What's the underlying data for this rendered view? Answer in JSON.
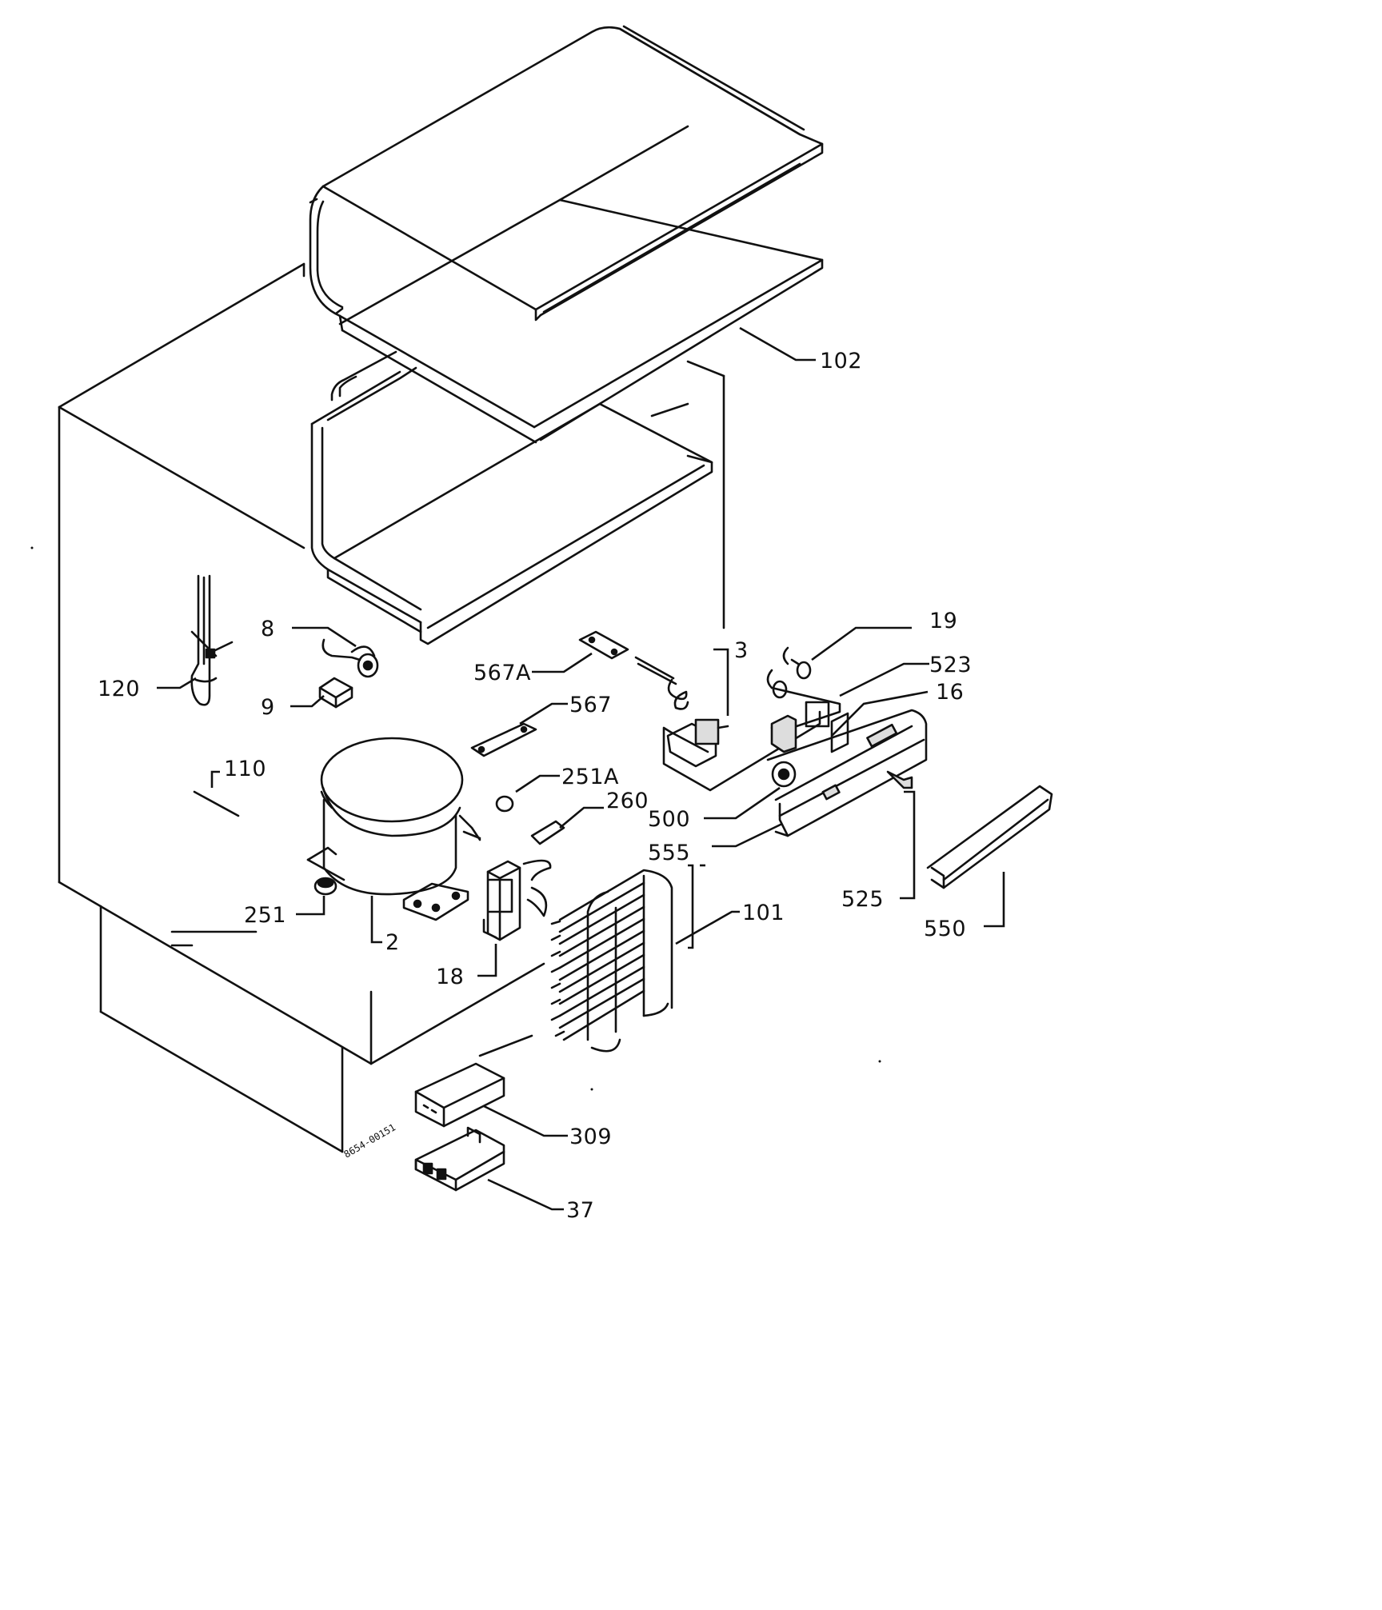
{
  "drawing": {
    "reference_code": "8654-00151"
  },
  "labels": {
    "l102": "102",
    "l19": "19",
    "l3": "3",
    "l523": "523",
    "l16": "16",
    "l567A": "567A",
    "l567": "567",
    "l8": "8",
    "l9": "9",
    "l120": "120",
    "l110": "110",
    "l251A": "251A",
    "l260": "260",
    "l500": "500",
    "l555": "555",
    "l525": "525",
    "l550": "550",
    "l101": "101",
    "l251": "251",
    "l2": "2",
    "l18": "18",
    "l309": "309",
    "l37": "37"
  }
}
